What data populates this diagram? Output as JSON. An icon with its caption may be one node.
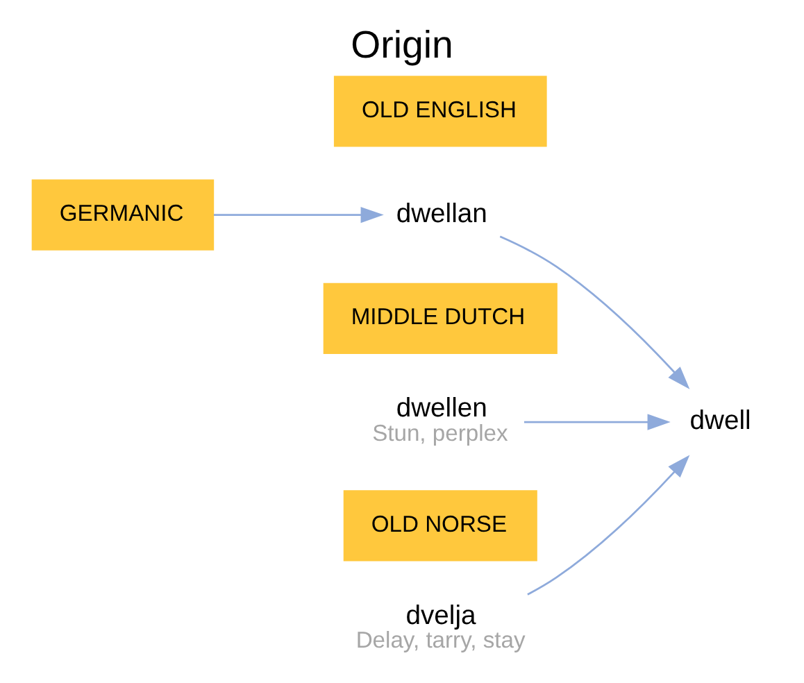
{
  "diagram": {
    "title": "Origin",
    "nodes": [
      {
        "text": [
          "GERMANIC"
        ]
      },
      {
        "text": [
          "OLD ENGLISH"
        ]
      },
      {
        "text": [
          "dwellan"
        ]
      },
      {
        "text": [
          "MIDDLE DUTCH"
        ]
      },
      {
        "text": [
          "dwellen"
        ],
        "beside": [
          "Stun, perplex"
        ]
      },
      {
        "text": [
          "OLD NORSE"
        ]
      },
      {
        "text": [
          "dvelja"
        ],
        "beside": [
          "Delay, tarry, stay"
        ]
      },
      {
        "text": [
          "dwell"
        ]
      }
    ],
    "edges": [
      {
        "from": 0,
        "to": 2,
        "arrow": "to"
      },
      {
        "from": 2,
        "to": 7,
        "arrow": "to"
      },
      {
        "from": 4,
        "to": 7,
        "arrow": "to"
      },
      {
        "from": 6,
        "to": 7,
        "arrow": "to"
      }
    ]
  }
}
